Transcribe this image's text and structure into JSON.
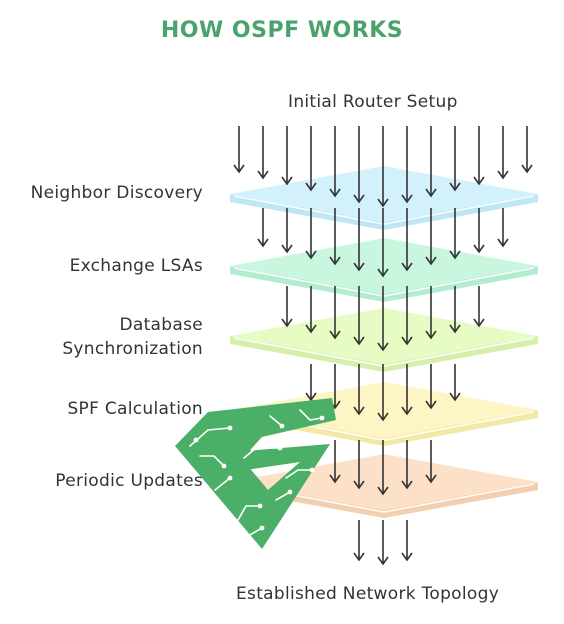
{
  "title": "HOW OSPF WORKS",
  "top_label": "Initial Router Setup",
  "bottom_label": "Established Network Topology",
  "layers": [
    {
      "label": "Neighbor Discovery",
      "color": "#d3f1fb",
      "edge": "#bfe6f3"
    },
    {
      "label": "Exchange LSAs",
      "color": "#c8f6df",
      "edge": "#b3ecd0"
    },
    {
      "label": "Database Synchronization",
      "color": "#e7fbc4",
      "edge": "#d6f0ab"
    },
    {
      "label": "SPF Calculation",
      "color": "#fdf6c4",
      "edge": "#f3e9a7"
    },
    {
      "label": "Periodic Updates",
      "color": "#fde0c8",
      "edge": "#f3cfb0"
    }
  ],
  "colors": {
    "title": "#4aa36c",
    "arrow": "#333333",
    "logo": "#4caf68"
  },
  "icon": "circuit-chevron-logo"
}
